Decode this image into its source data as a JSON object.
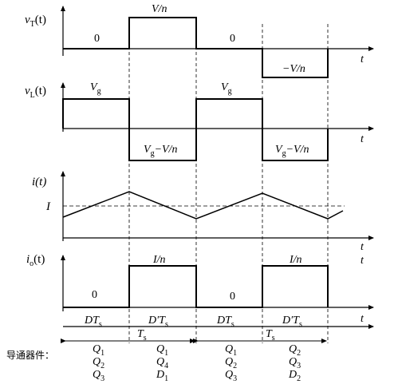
{
  "panels": [
    {
      "id": "vT",
      "ylabel": "v_T(t)",
      "ylabel_main": "v",
      "ylabel_sub": "T",
      "ylabel_rest": "(t)",
      "xlabel": "t",
      "levels": [
        "0",
        "V/n",
        "0",
        "−V/n"
      ]
    },
    {
      "id": "vL",
      "ylabel_main": "v",
      "ylabel_sub": "L",
      "ylabel_rest": "(t)",
      "xlabel": "t",
      "high_main": "V",
      "high_sub": "g",
      "low_main": "V",
      "low_sub": "g",
      "low_rest": "−V/n"
    },
    {
      "id": "i",
      "ylabel": "i(t)",
      "xlabel": "t",
      "dc_label": "I"
    },
    {
      "id": "io",
      "ylabel_main": "i",
      "ylabel_sub": "o",
      "ylabel_rest": "(t)",
      "xlabel": "t",
      "levels": [
        "0",
        "I/n",
        "0",
        "I/n"
      ]
    }
  ],
  "timing": {
    "xlabel": "t",
    "intervals": [
      {
        "main": "DT",
        "sub": "s"
      },
      {
        "main": "D′T",
        "sub": "s"
      },
      {
        "main": "DT",
        "sub": "s"
      },
      {
        "main": "D′T",
        "sub": "s"
      }
    ],
    "period": {
      "main": "T",
      "sub": "s"
    }
  },
  "conducting": {
    "label": "导通器件：",
    "columns": [
      [
        "Q1",
        "Q2",
        "Q3"
      ],
      [
        "Q1",
        "Q4",
        "D1"
      ],
      [
        "Q1",
        "Q2",
        "Q3"
      ],
      [
        "Q2",
        "Q3",
        "D2"
      ]
    ]
  }
}
